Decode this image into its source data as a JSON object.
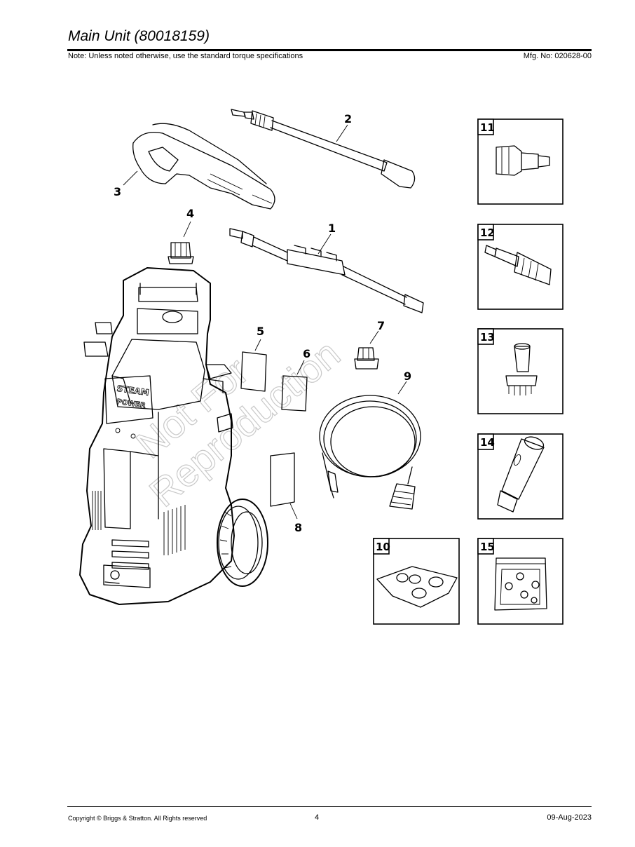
{
  "header": {
    "title": "Main Unit (80018159)",
    "note": "Note: Unless noted otherwise, use the standard torque specifications",
    "mfg": "Mfg. No: 020628-00"
  },
  "footer": {
    "copyright": "Copyright ©  Briggs & Stratton. All Rights reserved",
    "page": "4",
    "date": "09-Aug-2023"
  },
  "diagram": {
    "watermark_line1": "Not For",
    "watermark_line2": "Reproduction",
    "unit_label_1": "STEAM",
    "unit_label_2": "POWER",
    "callouts": [
      "1",
      "2",
      "3",
      "4",
      "5",
      "6",
      "7",
      "8",
      "9"
    ],
    "boxed_parts": [
      "10",
      "11",
      "12",
      "13",
      "14",
      "15"
    ]
  }
}
